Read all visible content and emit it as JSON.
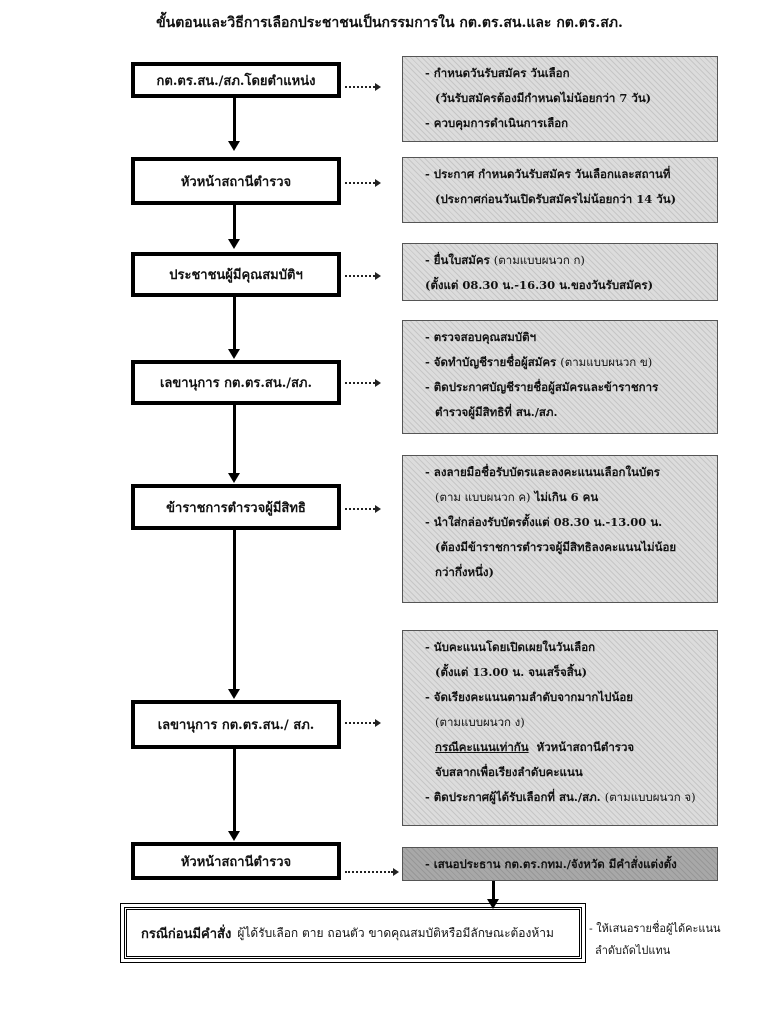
{
  "title": "ขั้นตอนและวิธีการเลือกประชาชนเป็นกรรมการใน กต.ตร.สน.และ กต.ตร.สภ.",
  "steps": [
    {
      "label": "กต.ตร.สน./สภ.โดยตำแหน่ง"
    },
    {
      "label": "หัวหน้าสถานีตำรวจ"
    },
    {
      "label": "ประชาชนผู้มีคุณสมบัติฯ"
    },
    {
      "label": "เลขานุการ กต.ตร.สน./สภ."
    },
    {
      "label": "ข้าราชการตำรวจผู้มีสิทธิ"
    },
    {
      "label": "เลขานุการ กต.ตร.สน./ สภ."
    },
    {
      "label": "หัวหน้าสถานีตำรวจ"
    }
  ],
  "notes": {
    "n1": [
      "- กำหนดวันรับสมัคร วันเลือก",
      "(วันรับสมัครต้องมีกำหนดไม่น้อยกว่า 7 วัน)",
      "- ควบคุมการดำเนินการเลือก"
    ],
    "n2": [
      "- ประกาศ กำหนดวันรับสมัคร วันเลือกและสถานที่",
      "(ประกาศก่อนวันเปิดรับสมัครไม่น้อยกว่า 14 วัน)"
    ],
    "n3": [
      "- ยื่นใบสมัคร",
      "(ตามแบบผนวก ก)",
      "(ตั้งแต่ 08.30 น.-16.30 น.ของวันรับสมัคร)"
    ],
    "n4": [
      "- ตรวจสอบคุณสมบัติฯ",
      "- จัดทำบัญชีรายชื่อผู้สมัคร",
      "(ตามแบบผนวก ข)",
      "- ติดประกาศบัญชีรายชื่อผู้สมัครและข้าราชการ",
      "ตำรวจผู้มีสิทธิที่ สน./สภ."
    ],
    "n5": [
      "- ลงลายมือชื่อรับบัตรและลงคะแนนเลือกในบัตร",
      "(ตาม แบบผนวก ค)",
      "ไม่เกิน 6 คน",
      "- นำใส่กล่องรับบัตรตั้งแต่ 08.30 น.-13.00 น.",
      "(ต้องมีข้าราชการตำรวจผู้มีสิทธิลงคะแนนไม่น้อย",
      "กว่ากึ่งหนึ่ง)"
    ],
    "n6": [
      "- นับคะแนนโดยเปิดเผยในวันเลือก",
      "(ตั้งแต่ 13.00 น. จนเสร็จสิ้น)",
      "- จัดเรียงคะแนนตามลำดับจากมากไปน้อย",
      "(ตามแบบผนวก ง)",
      "กรณีคะแนนเท่ากัน",
      "หัวหน้าสถานีตำรวจ",
      "จับสลากเพื่อเรียงลำดับคะแนน",
      "- ติดประกาศผู้ได้รับเลือกที่ สน./สภ.",
      "(ตามแบบผนวก จ)"
    ],
    "n7": [
      "- เสนอประธาน กต.ตร.กทม./จังหวัด มีคำสั่งแต่งตั้ง"
    ]
  },
  "final": {
    "bold": "กรณีก่อนมีคำสั่ง",
    "text": "ผู้ได้รับเลือก ตาย ถอนตัว ขาดคุณสมบัติหรือมีลักษณะต้องห้าม"
  },
  "sidenote": [
    "- ให้เสนอรายชื่อผู้ได้คะแนน",
    "ลำดับถัดไปแทน"
  ],
  "colors": {
    "box_border": "#000000",
    "note_fill": "#dcdcdc",
    "note_dark_fill": "#a8a8a8"
  }
}
